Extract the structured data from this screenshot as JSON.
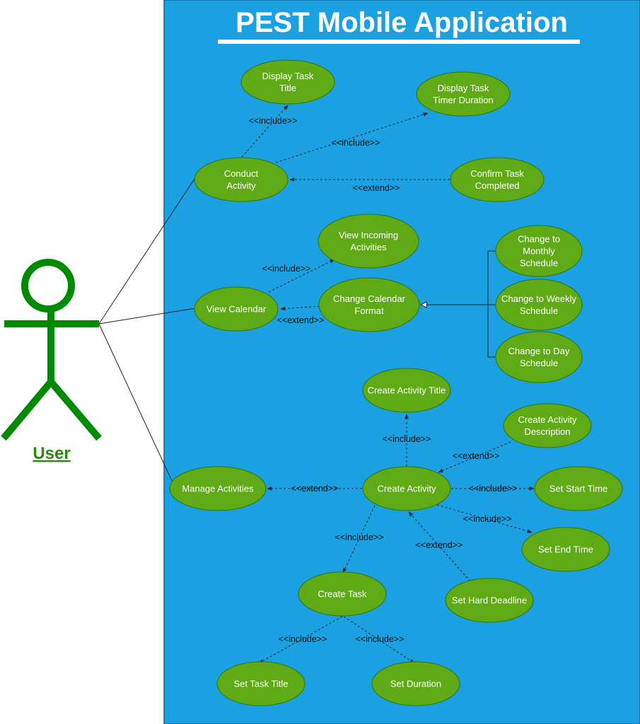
{
  "title": "PEST Mobile Application",
  "actor": {
    "label": "User"
  },
  "colors": {
    "system_bg": "#1ba1e2",
    "system_border": "#0e6ba8",
    "usecase_fill": "#60a917",
    "usecase_stroke": "#2d7600",
    "actor": "#008a00",
    "line": "#222222"
  },
  "use_cases": {
    "display_task_title": "Display Task\nTitle",
    "display_task_timer": "Display Task\nTimer Duration",
    "conduct_activity": "Conduct\nActivity",
    "confirm_task_completed": "Confirm Task\nCompleted",
    "view_incoming": "View Incoming\nActivities",
    "change_monthly": "Change to\nMonthly\nSchedule",
    "view_calendar": "View Calendar",
    "change_calendar_format": "Change Calendar\nFormat",
    "change_weekly": "Change to Weekly\nSchedule",
    "change_day": "Change to Day\nSchedule",
    "create_activity_title": "Create Activity Title",
    "create_activity_description": "Create Activity\nDescription",
    "manage_activities": "Manage Activities",
    "create_activity": "Create Activity",
    "set_start_time": "Set Start Time",
    "set_end_time": "Set End Time",
    "create_task": "Create Task",
    "set_hard_deadline": "Set Hard Deadline",
    "set_task_title": "Set Task Title",
    "set_duration": "Set Duration"
  },
  "edge_labels": {
    "include": "<<include>>",
    "extend": "<<extend>>"
  }
}
